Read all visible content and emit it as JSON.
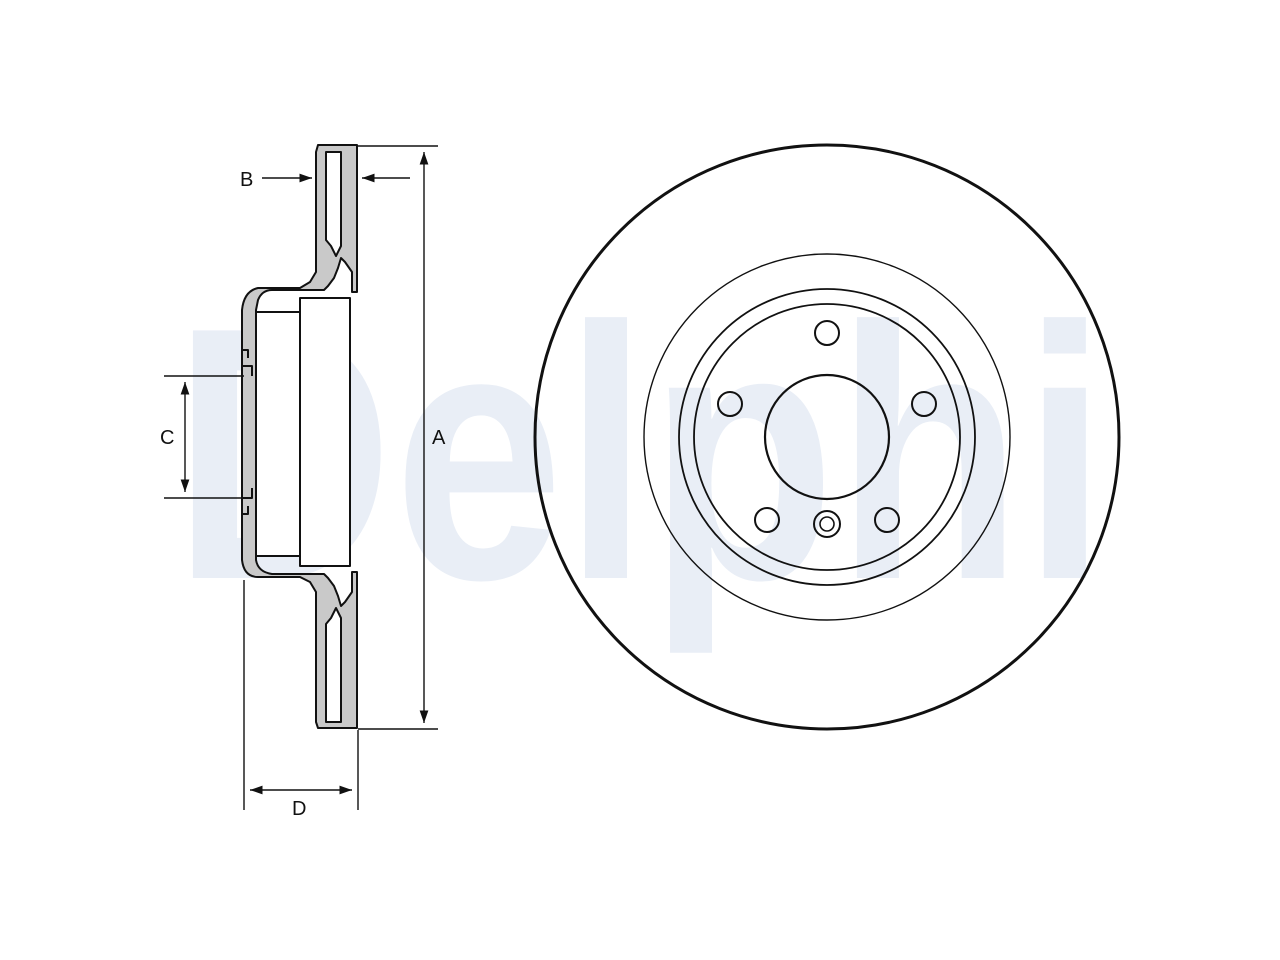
{
  "brand": {
    "watermark": "Delphi",
    "watermark_color": "#e9eef6"
  },
  "labels": {
    "a": "A",
    "b": "B",
    "c": "C",
    "d": "D"
  },
  "colors": {
    "line": "#111111",
    "fill": "#c9c9c9",
    "background": "#ffffff"
  }
}
